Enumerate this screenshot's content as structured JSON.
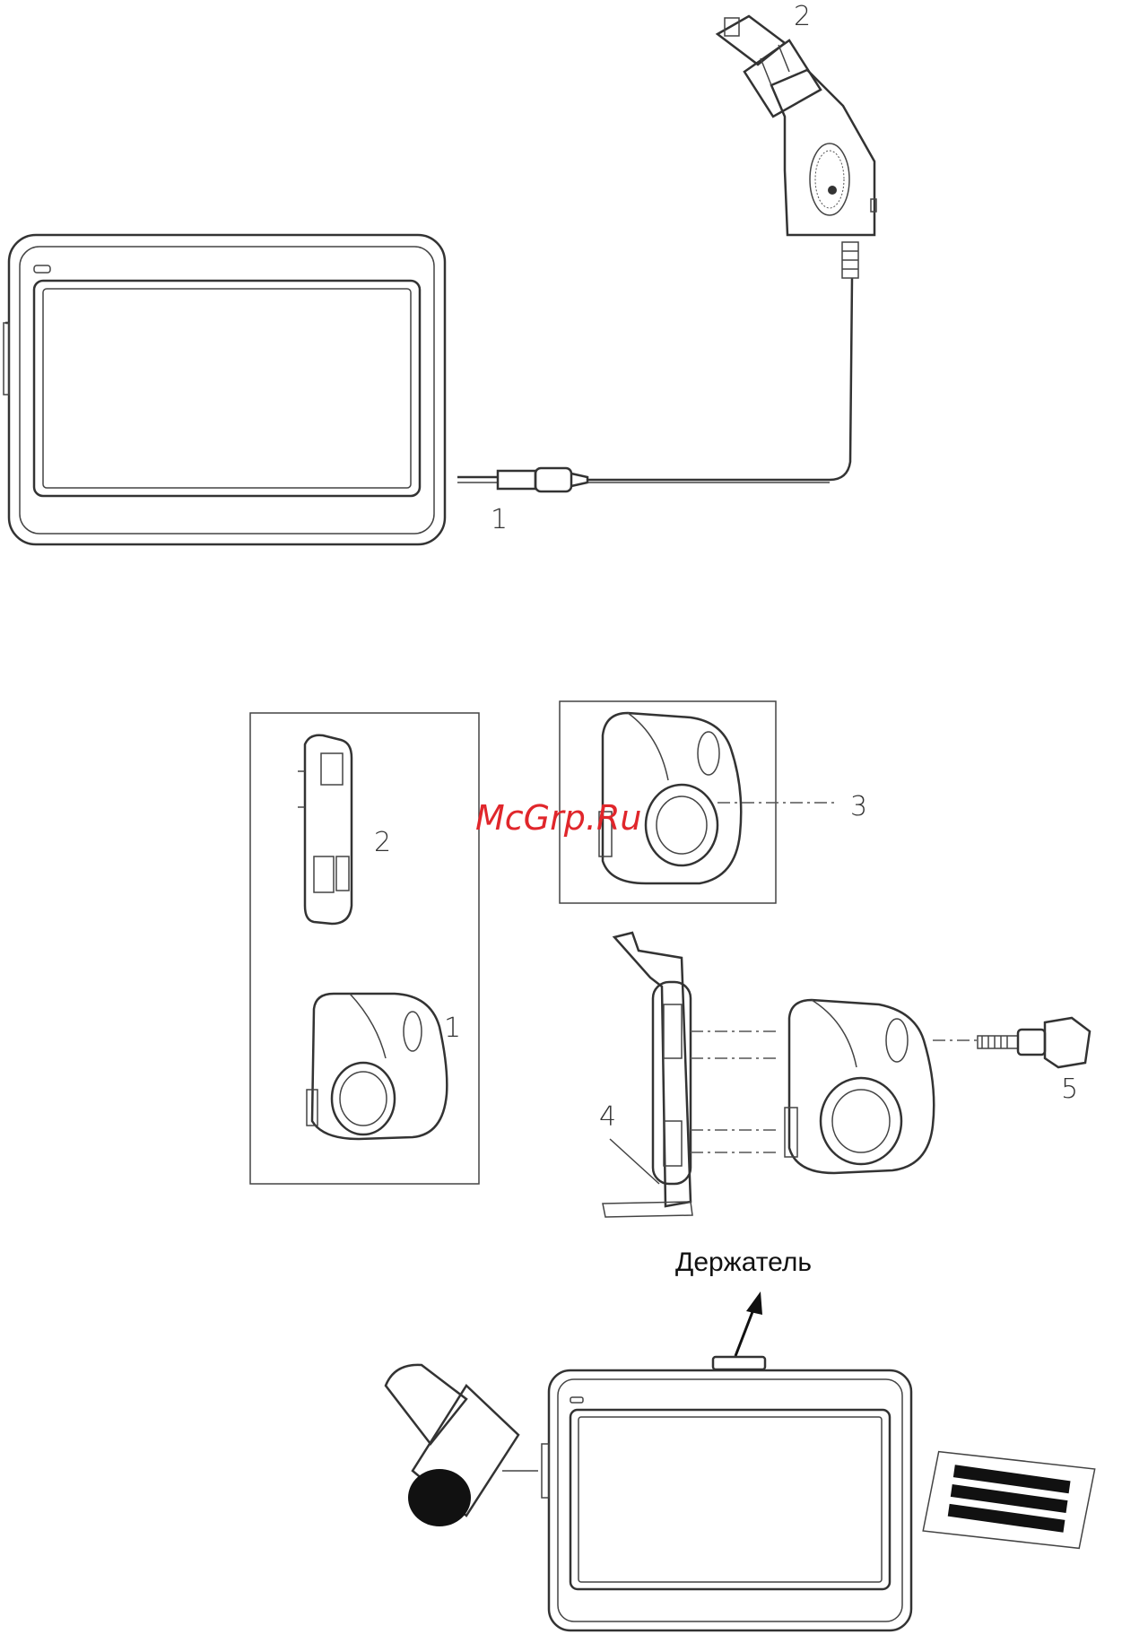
{
  "callouts": {
    "top_cable_plug": "1",
    "top_car_charger": "2",
    "mount_clamp_front": "1",
    "mount_plate": "2",
    "mount_clamp_detail": "3",
    "mount_bracket": "4",
    "mount_screw": "5"
  },
  "watermark": "McGrp.Ru",
  "holder_label": "Держатель",
  "colors": {
    "line": "#333333",
    "watermark": "#e0262b",
    "background": "#ffffff"
  }
}
